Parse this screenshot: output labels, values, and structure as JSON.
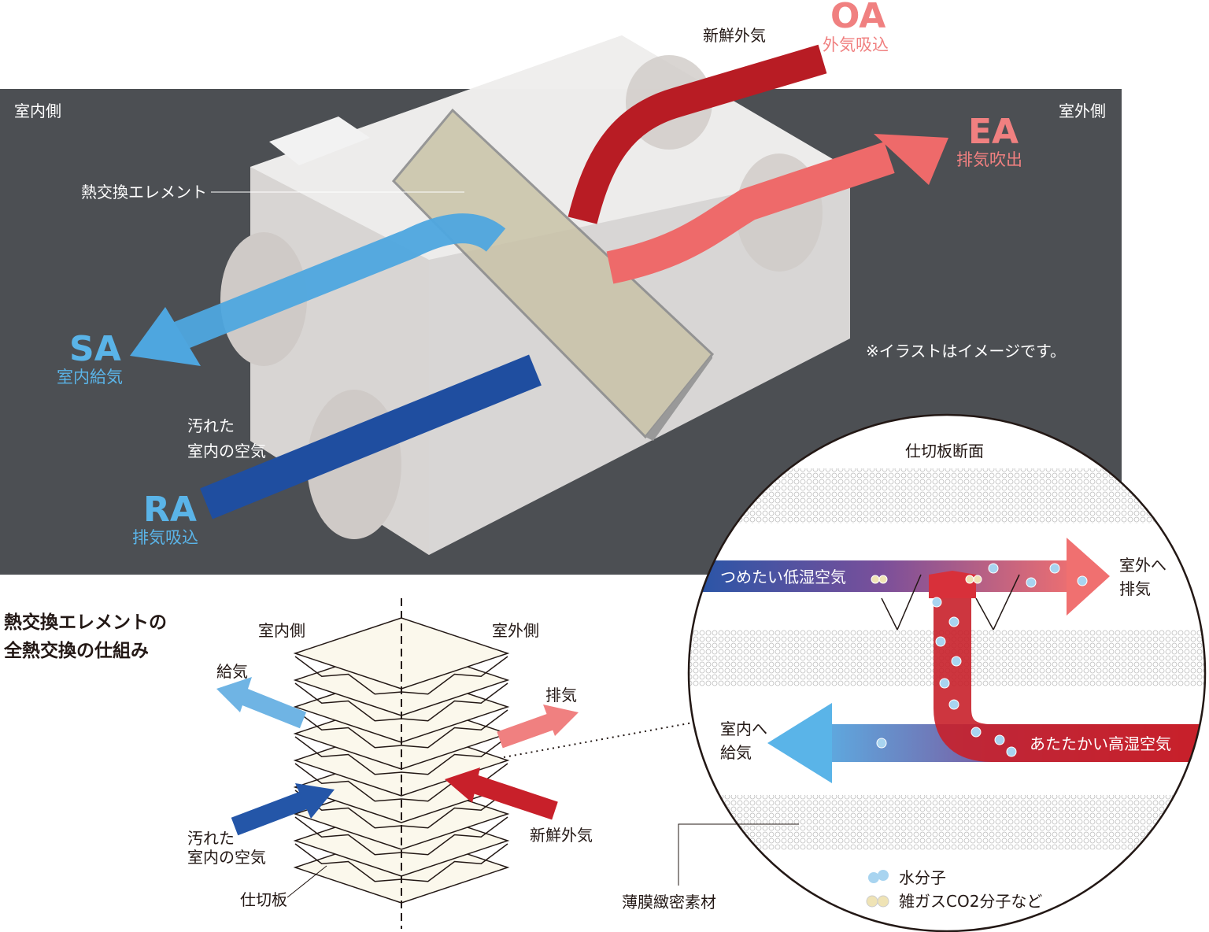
{
  "colors": {
    "panel": "#4c4f53",
    "oa": "#b81c24",
    "ea": "#ee6a6a",
    "sa": "#4ea6df",
    "ra": "#1f4ea0",
    "salmon": "#f08080",
    "blue_label": "#5ab4e8"
  },
  "top": {
    "indoor_side": "室内側",
    "outdoor_side": "室外側",
    "element_label": "熱交換エレメント",
    "note": "※イラストはイメージです。",
    "oa": {
      "code": "OA",
      "label": "外気吸込",
      "desc": "新鮮外気"
    },
    "ea": {
      "code": "EA",
      "label": "排気吹出"
    },
    "sa": {
      "code": "SA",
      "label": "室内給気"
    },
    "ra": {
      "code": "RA",
      "label": "排気吸込",
      "desc_line1": "汚れた",
      "desc_line2": "室内の空気"
    }
  },
  "mechanism": {
    "title_line1": "熱交換エレメントの",
    "title_line2": "全熱交換の仕組み",
    "indoor_side": "室内側",
    "outdoor_side": "室外側",
    "supply": "給気",
    "exhaust": "排気",
    "dirty_line1": "汚れた",
    "dirty_line2": "室内の空気",
    "fresh": "新鮮外気",
    "partition": "仕切板"
  },
  "cross_section": {
    "title": "仕切板断面",
    "cold_air": "つめたい低湿空気",
    "to_outdoor_line1": "室外へ",
    "to_outdoor_line2": "排気",
    "to_indoor_line1": "室内へ",
    "to_indoor_line2": "給気",
    "warm_air": "あたたかい高湿空気",
    "membrane": "薄膜緻密素材",
    "legend_water": "水分子",
    "legend_gas": "雑ガスCO2分子など"
  }
}
